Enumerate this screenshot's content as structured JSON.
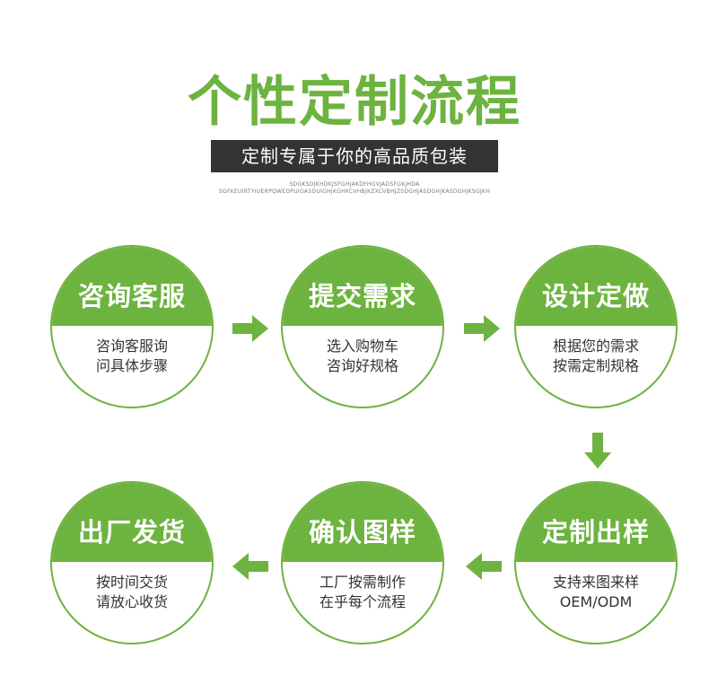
{
  "header": {
    "title": "个性定制流程",
    "subtitle": "定制专属于你的高品质包装",
    "deco_line1": "SDGKSDJKHDKJSFGHJAKDFHGVJADSFGKJHDA",
    "deco_line2": "SGFKEUIRTYIUERPQWEDPUIGASDUIGHJKGHKCVHBJKZXCVBHJZSDGHJASDGHJKASDGHJKSGJKH"
  },
  "colors": {
    "accent": "#6db33f",
    "dark_bar": "#333333"
  },
  "steps": [
    {
      "title": "咨询客服",
      "lines": [
        "咨询客服询",
        "问具体步骤"
      ]
    },
    {
      "title": "提交需求",
      "lines": [
        "选入购物车",
        "咨询好规格"
      ]
    },
    {
      "title": "设计定做",
      "lines": [
        "根据您的需求",
        "按需定制规格"
      ]
    },
    {
      "title": "定制出样",
      "lines": [
        "支持来图来样",
        "OEM/ODM"
      ]
    },
    {
      "title": "确认图样",
      "lines": [
        "工厂按需制作",
        "在乎每个流程"
      ]
    },
    {
      "title": "出厂发货",
      "lines": [
        "按时间交货",
        "请放心收货"
      ]
    }
  ],
  "arrows": [
    {
      "direction": "right-arrow-icon"
    },
    {
      "direction": "right-arrow-icon"
    },
    {
      "direction": "down-arrow-icon"
    },
    {
      "direction": "left-arrow-icon"
    },
    {
      "direction": "left-arrow-icon"
    }
  ]
}
